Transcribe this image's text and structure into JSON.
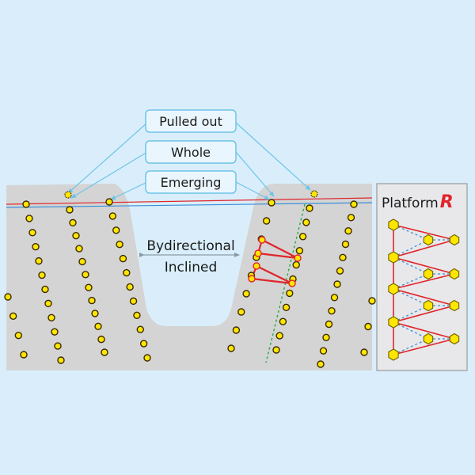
{
  "labels": {
    "pulled_out": "Pulled out",
    "whole": "Whole",
    "emerging": "Emerging",
    "bidir_line1": "Bydirectional",
    "bidir_line2": "Inclined"
  },
  "platform": {
    "name": "Platform",
    "mark": "R"
  },
  "colors": {
    "background": "#d9eefa",
    "tissue": "#d4d4d4",
    "box_fill": "#eaf6fd",
    "box_stroke": "#6ec4e8",
    "dot_fill": "#ffe600",
    "dot_stroke": "#3a2a00",
    "red_line": "#e0252b",
    "blue_line": "#3a8fd8",
    "green_dashed": "#2bb04a",
    "platform_mark": "#e0252b"
  }
}
